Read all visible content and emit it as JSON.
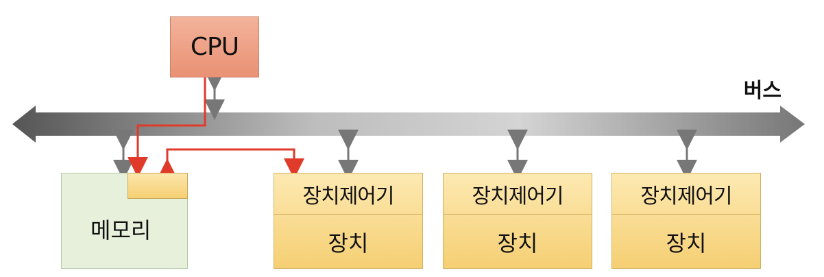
{
  "bus": {
    "label": "버스"
  },
  "cpu": {
    "label": "CPU"
  },
  "memory": {
    "label": "메모리"
  },
  "devices": [
    {
      "controller_label": "장치제어기",
      "device_label": "장치"
    },
    {
      "controller_label": "장치제어기",
      "device_label": "장치"
    },
    {
      "controller_label": "장치제어기",
      "device_label": "장치"
    }
  ],
  "colors": {
    "bus_dark": "#555555",
    "bus_light": "#cfcfcf",
    "arrow_red": "#e03a2a",
    "arrow_gray": "#777777",
    "cpu_fill": "#ee9f82",
    "memory_fill": "#e6f0da",
    "controller_fill": "#f8d98d"
  },
  "connections": [
    "cpu-bus",
    "memory-bus",
    "device-controller-1-bus",
    "device-controller-2-bus",
    "device-controller-3-bus",
    "cpu-memory-red-path",
    "memory-device-controller-red-path"
  ]
}
